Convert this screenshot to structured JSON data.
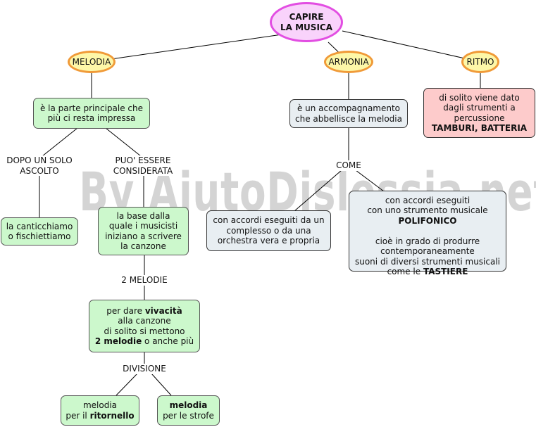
{
  "watermark": "By AiutoDislessia.net",
  "nodes": {
    "root": "CAPIRE\nLA MUSICA",
    "melodia": "MELODIA",
    "armonia": "ARMONIA",
    "ritmo": "RITMO",
    "melodia_def": "è la parte principale che\npiù ci resta impressa",
    "armonia_def": "è un accompagnamento\nche abbellisce la melodia",
    "ritmo_def_1": "di solito viene dato\ndagli strumenti a\npercussione",
    "ritmo_def_2": "TAMBURI, BATTERIA",
    "canticchiamo": "la canticchiamo\no fischiettiamo",
    "base": "la base dalla\nquale i musicisti\niniziano a scrivere\nla canzone",
    "accordi_complesso": "con accordi eseguiti da un\ncomplesso o da una\norchestra vera e propria",
    "accordi_strumento_1": "con accordi eseguiti\ncon uno strumento musicale",
    "accordi_strumento_2": "POLIFONICO",
    "accordi_strumento_3": "cioè in grado di produrre\ncontemporaneamente\nsuoni di diversi strumenti musicali\ncome le ",
    "accordi_strumento_4": "TASTIERE",
    "vivacita_1": "per dare ",
    "vivacita_2": "vivacità",
    "vivacita_3": "\nalla canzone\ndi solito si mettono\n",
    "vivacita_4": "2 melodie",
    "vivacita_5": " o anche più",
    "ritornello_1": "melodia\nper il ",
    "ritornello_2": "ritornello",
    "strofe_1": "melodia",
    "strofe_2": "\nper le strofe"
  },
  "links": {
    "dopo": "DOPO UN SOLO\nASCOLTO",
    "puo": "PUO' ESSERE\nCONSIDERATA",
    "come": "COME",
    "due_melodie": "2 MELODIE",
    "divisione": "DIVISIONE"
  }
}
